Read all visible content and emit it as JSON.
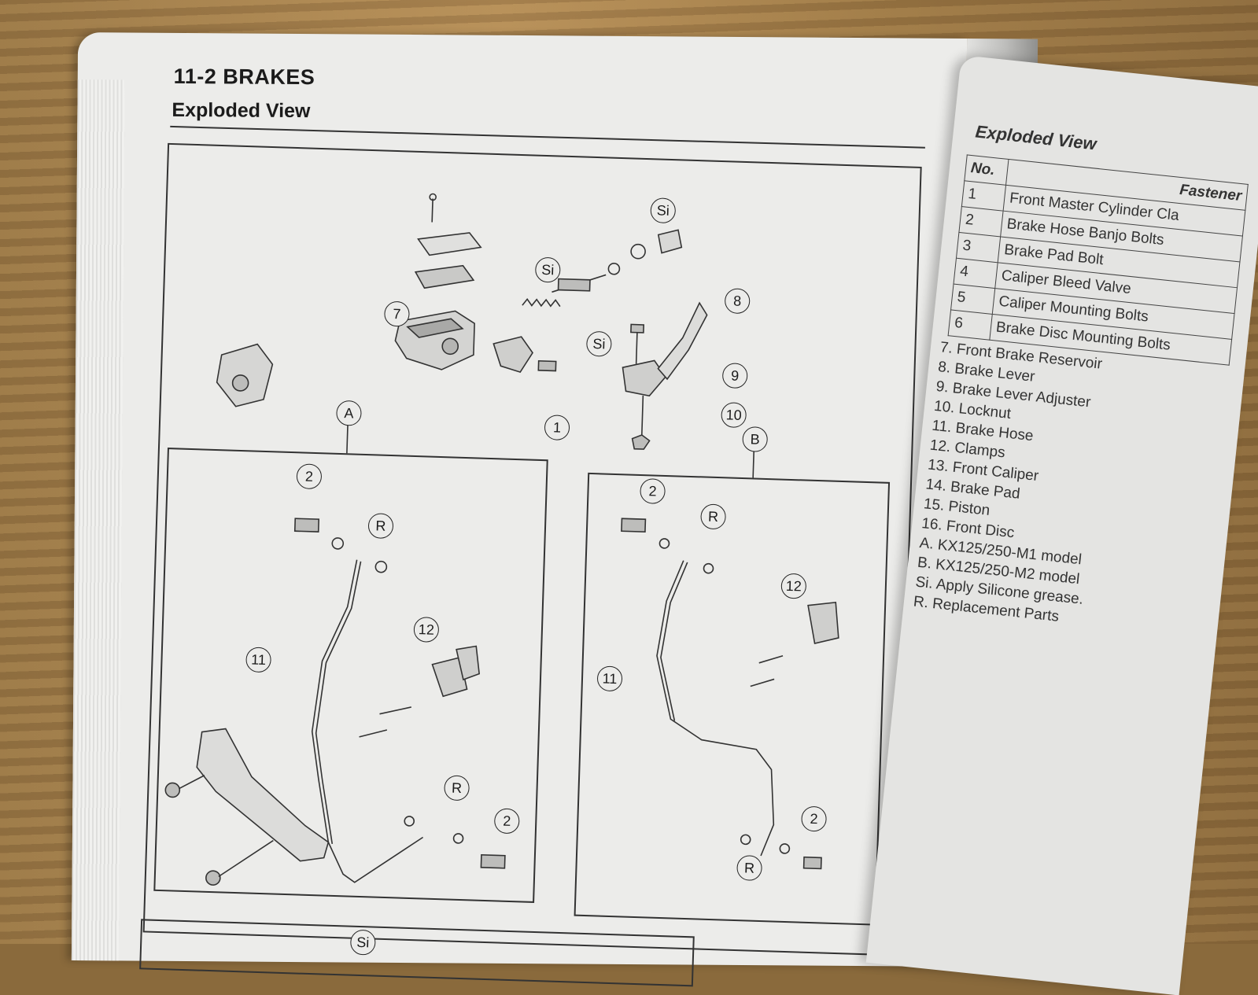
{
  "header": {
    "title": "11-2 BRAKES",
    "subtitle": "Exploded View"
  },
  "callouts": {
    "c1": "1",
    "c2a": "2",
    "c2b": "2",
    "c2c": "2",
    "c2d": "2",
    "c7": "7",
    "c8": "8",
    "c9": "9",
    "c10": "10",
    "c11a": "11",
    "c11b": "11",
    "c12a": "12",
    "c12b": "12",
    "si1": "Si",
    "si2": "Si",
    "si3": "Si",
    "si4": "Si",
    "ra": "R",
    "rb": "R",
    "rc": "R",
    "rd": "R",
    "a": "A",
    "b": "B"
  },
  "right_page": {
    "title": "Exploded View",
    "table_headers": [
      "No.",
      "Fastener"
    ],
    "fasteners": [
      {
        "no": "1",
        "name": "Front Master Cylinder Cla"
      },
      {
        "no": "2",
        "name": "Brake Hose Banjo Bolts"
      },
      {
        "no": "3",
        "name": "Brake Pad Bolt"
      },
      {
        "no": "4",
        "name": "Caliper Bleed Valve"
      },
      {
        "no": "5",
        "name": "Caliper Mounting Bolts"
      },
      {
        "no": "6",
        "name": "Brake Disc Mounting Bolts"
      }
    ],
    "legend": [
      "7. Front Brake Reservoir",
      "8. Brake Lever",
      "9. Brake Lever Adjuster",
      "10. Locknut",
      "11. Brake Hose",
      "12. Clamps",
      "13. Front Caliper",
      "14. Brake Pad",
      "15. Piston",
      "16. Front Disc",
      "A. KX125/250-M1 model",
      "B. KX125/250-M2 model",
      "Si. Apply Silicone grease.",
      "R. Replacement Parts"
    ]
  }
}
